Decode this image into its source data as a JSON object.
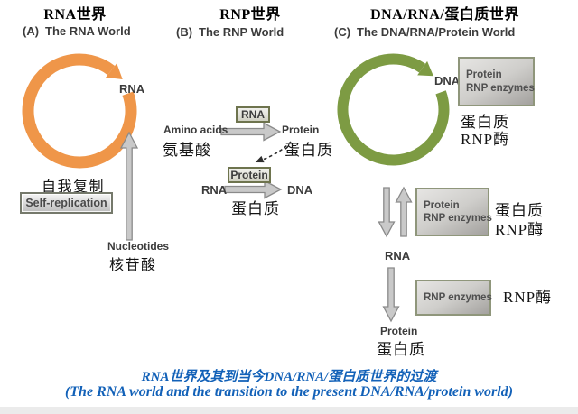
{
  "colors": {
    "orange": "#EF9649",
    "green": "#7D9B43",
    "arrow_fill": "#C9C9C9",
    "arrow_stroke": "#8A8A8A",
    "box_border": "#6E744E",
    "gray_box_border": "#8F967B",
    "caption_blue": "#1261B8",
    "text_dark": "#3B3B3B"
  },
  "header": {
    "a_zh": "RNA世界",
    "a_prefix": "(A)",
    "a_en": "The RNA World",
    "b_zh": "RNP世界",
    "b_prefix": "(B)",
    "b_en": "The RNP World",
    "c_zh": "DNA/RNA/蛋白质世界",
    "c_prefix": "(C)",
    "c_en": "The DNA/RNA/Protein World"
  },
  "panel_a": {
    "cycle_label": "RNA",
    "self_replication_zh": "自我复制",
    "self_replication_box": "Self-replication",
    "nucleotides_en": "Nucleotides",
    "nucleotides_zh": "核苷酸"
  },
  "panel_b": {
    "amino_acids_en": "Amino acids",
    "amino_acids_zh": "氨基酸",
    "rna_box": "RNA",
    "protein1_en": "Protein",
    "protein1_zh": "蛋白质",
    "rna2_label": "RNA",
    "protein_box": "Protein",
    "dna_label": "DNA",
    "protein2_zh": "蛋白质"
  },
  "panel_c": {
    "cycle_label": "DNA",
    "box1_line1": "Protein",
    "box1_line2": "RNP enzymes",
    "box1_zh1": "蛋白质",
    "box1_zh2": "RNP酶",
    "box2_line1": "Protein",
    "box2_line2": "RNP enzymes",
    "box2_zh1": "蛋白质",
    "box2_zh2": "RNP酶",
    "rna_label": "RNA",
    "box3_line1": "RNP enzymes",
    "box3_zh": "RNP酶",
    "protein_en": "Protein",
    "protein_zh": "蛋白质"
  },
  "caption": {
    "line1": "RNA世界及其到当今DNA/RNA/蛋白质世界的过渡",
    "line2": "(The RNA world and the transition to the present DNA/RNA/protein world)"
  }
}
